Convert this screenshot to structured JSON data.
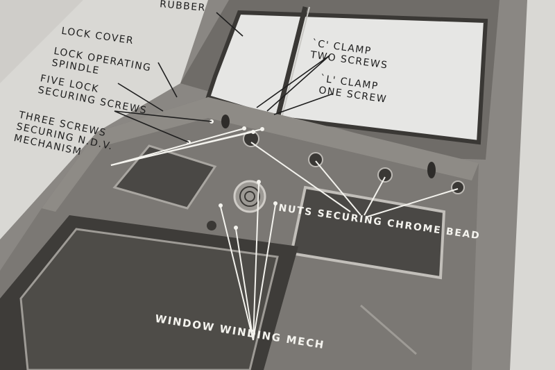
{
  "labels": {
    "rubber": "RUBBER",
    "lock_cover": "LOCK COVER",
    "lock_operating_spindle": [
      "LOCK OPERATING",
      "SPINDLE"
    ],
    "five_lock_securing_screws": [
      "FIVE LOCK",
      "SECURING SCREWS"
    ],
    "three_screws_securing": [
      "THREE SCREWS",
      "SECURING N.D.V.",
      "MECHANISM"
    ],
    "c_clamp": [
      "`C' CLAMP",
      "TWO SCREWS"
    ],
    "l_clamp": [
      "`L' CLAMP",
      "ONE SCREW"
    ],
    "nuts_securing_chrome_bead": "NUTS SECURING CHROME BEAD",
    "window_winding": "WINDOW WINDING MECH"
  },
  "colors": {
    "paper": "#d9d8d4",
    "panel": "#7b7874",
    "panel_dark": "#4a4845",
    "window_glass": "#e6e6e4",
    "ink": "#1e1e1e",
    "white_label": "#f4f3ee"
  }
}
